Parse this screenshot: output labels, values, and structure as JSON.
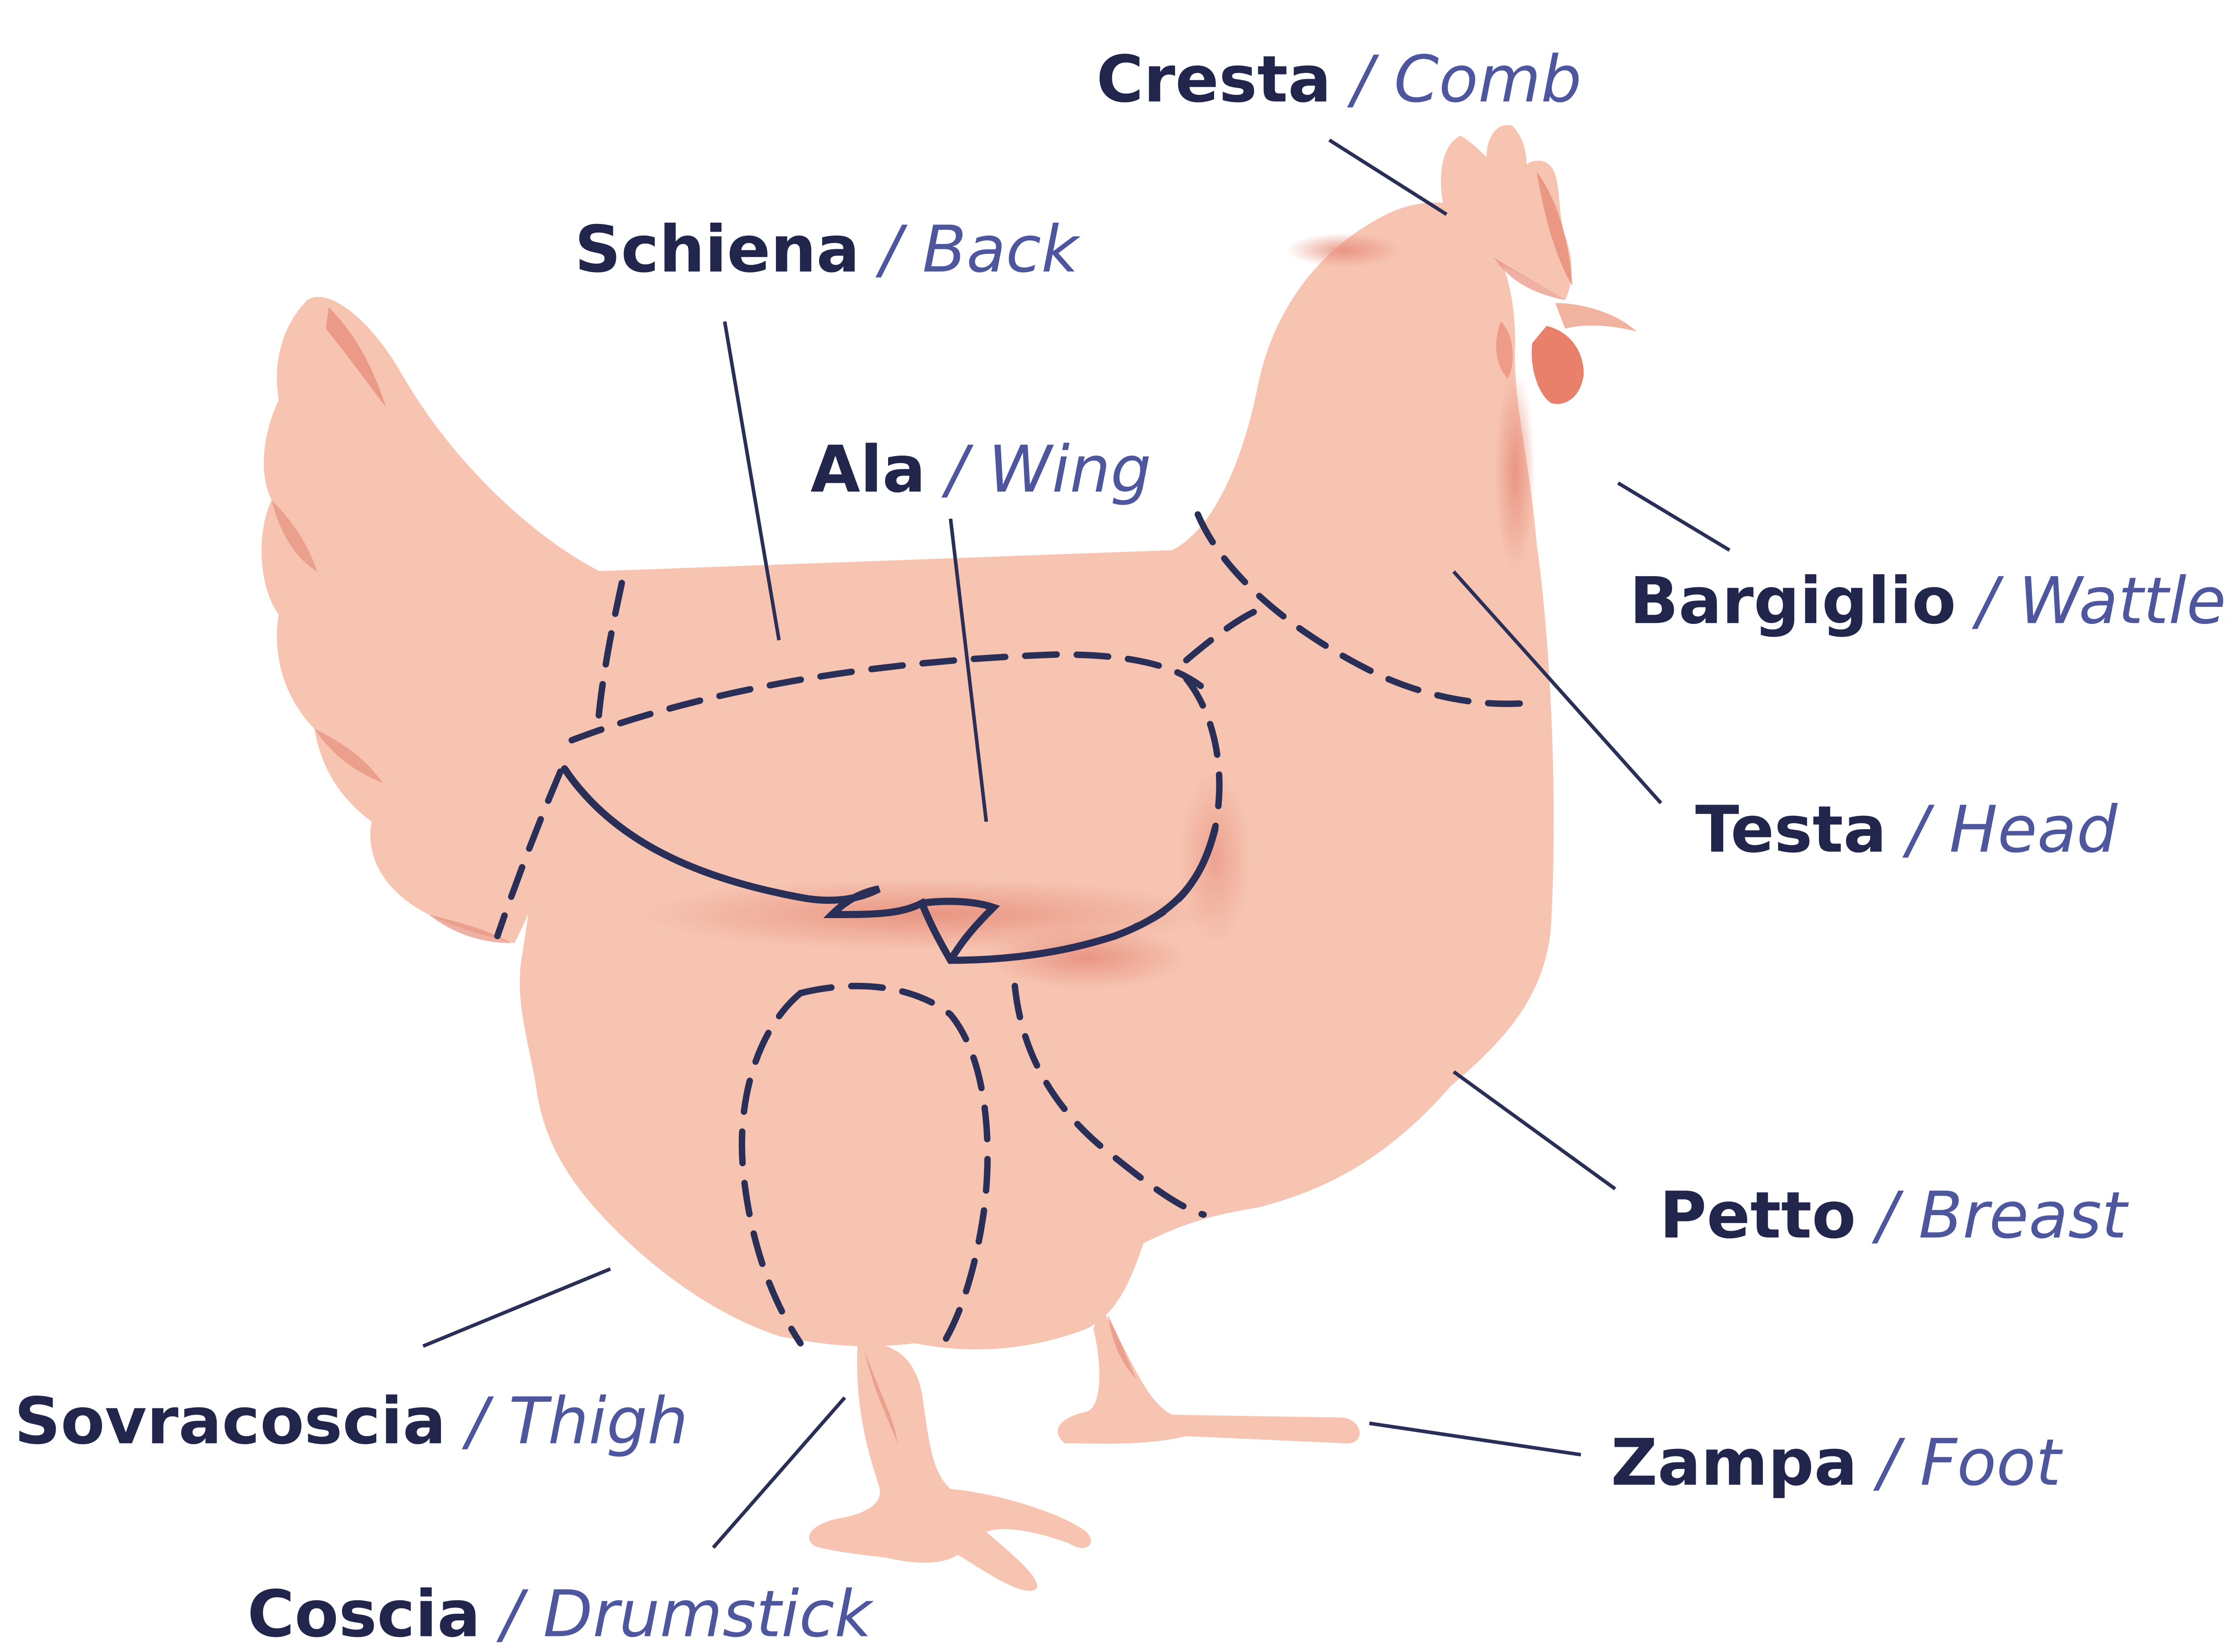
{
  "colors": {
    "body": "#f6c4b1",
    "shade": "#e7907d",
    "accent": "#e9806b",
    "outline": "#2a2f57",
    "label_bold": "#23264c",
    "label_italic": "#4e579e"
  },
  "labels": {
    "comb": {
      "it": "Cresta",
      "en": "Comb"
    },
    "back": {
      "it": "Schiena",
      "en": "Back"
    },
    "wing": {
      "it": "Ala",
      "en": "Wing"
    },
    "wattles": {
      "it": "Bargiglio",
      "en": "Wattles"
    },
    "head": {
      "it": "Testa",
      "en": "Head"
    },
    "breast": {
      "it": "Petto",
      "en": "Breast"
    },
    "thigh": {
      "it": "Sovracoscia",
      "en": "Thigh"
    },
    "foot": {
      "it": "Zampa",
      "en": "Foot"
    },
    "drumstick": {
      "it": "Coscia",
      "en": "Drumstick"
    },
    "separator": " / "
  }
}
